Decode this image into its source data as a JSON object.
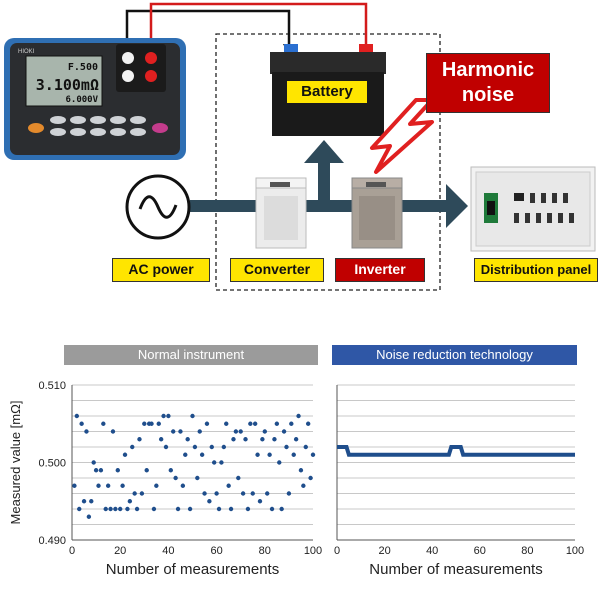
{
  "diagram": {
    "labels": {
      "battery": "Battery",
      "harmonic_noise": "Harmonic noise",
      "ac_power": "AC power",
      "converter": "Converter",
      "inverter": "Inverter",
      "distribution_panel": "Distribution panel"
    },
    "meter_display": {
      "top": "F.500",
      "main": "3.100mΩ",
      "bottom": "6.000V"
    },
    "meter_brand": "HIOKI",
    "colors": {
      "flow_arrow": "#2e4a5a",
      "highlight_yellow": "#ffe500",
      "alert_red": "#c00000",
      "meter_blue": "#2f6fb3"
    }
  },
  "chart_data": [
    {
      "type": "scatter",
      "title": "Normal instrument",
      "xlabel": "Number of measurements",
      "ylabel": "Measured value [mΩ]",
      "xlim": [
        0,
        100
      ],
      "ylim": [
        0.49,
        0.51
      ],
      "xticks": [
        "0",
        "20",
        "40",
        "60",
        "80",
        "100"
      ],
      "yticks": [
        "0.490",
        "0.500",
        "0.510"
      ],
      "grid": true,
      "x": [
        1,
        2,
        3,
        4,
        5,
        6,
        7,
        8,
        9,
        10,
        11,
        12,
        13,
        14,
        15,
        16,
        17,
        18,
        19,
        20,
        21,
        22,
        23,
        24,
        25,
        26,
        27,
        28,
        29,
        30,
        31,
        32,
        33,
        34,
        35,
        36,
        37,
        38,
        39,
        40,
        41,
        42,
        43,
        44,
        45,
        46,
        47,
        48,
        49,
        50,
        51,
        52,
        53,
        54,
        55,
        56,
        57,
        58,
        59,
        60,
        61,
        62,
        63,
        64,
        65,
        66,
        67,
        68,
        69,
        70,
        71,
        72,
        73,
        74,
        75,
        76,
        77,
        78,
        79,
        80,
        81,
        82,
        83,
        84,
        85,
        86,
        87,
        88,
        89,
        90,
        91,
        92,
        93,
        94,
        95,
        96,
        97,
        98,
        99,
        100
      ],
      "y": [
        0.497,
        0.506,
        0.494,
        0.505,
        0.495,
        0.504,
        0.493,
        0.495,
        0.5,
        0.499,
        0.497,
        0.499,
        0.505,
        0.494,
        0.497,
        0.494,
        0.504,
        0.494,
        0.499,
        0.494,
        0.497,
        0.501,
        0.494,
        0.495,
        0.502,
        0.496,
        0.494,
        0.503,
        0.496,
        0.505,
        0.499,
        0.505,
        0.505,
        0.494,
        0.497,
        0.505,
        0.503,
        0.506,
        0.502,
        0.506,
        0.499,
        0.504,
        0.498,
        0.494,
        0.504,
        0.497,
        0.501,
        0.503,
        0.494,
        0.506,
        0.502,
        0.498,
        0.504,
        0.501,
        0.496,
        0.505,
        0.495,
        0.502,
        0.5,
        0.496,
        0.494,
        0.5,
        0.502,
        0.505,
        0.497,
        0.494,
        0.503,
        0.504,
        0.498,
        0.504,
        0.496,
        0.503,
        0.494,
        0.505,
        0.496,
        0.505,
        0.501,
        0.495,
        0.503,
        0.504,
        0.496,
        0.501,
        0.494,
        0.503,
        0.505,
        0.5,
        0.494,
        0.504,
        0.502,
        0.496,
        0.505,
        0.501,
        0.503,
        0.506,
        0.499,
        0.497,
        0.502,
        0.505,
        0.498,
        0.501
      ]
    },
    {
      "type": "line",
      "title": "Noise reduction technology",
      "xlabel": "Number of measurements",
      "xlim": [
        0,
        100
      ],
      "ylim": [
        0.49,
        0.51
      ],
      "xticks": [
        "0",
        "20",
        "40",
        "60",
        "80",
        "100"
      ],
      "grid": true,
      "x": [
        0,
        4,
        5,
        47,
        48,
        52,
        53,
        100
      ],
      "y": [
        0.502,
        0.502,
        0.501,
        0.501,
        0.502,
        0.502,
        0.501,
        0.501
      ]
    }
  ]
}
